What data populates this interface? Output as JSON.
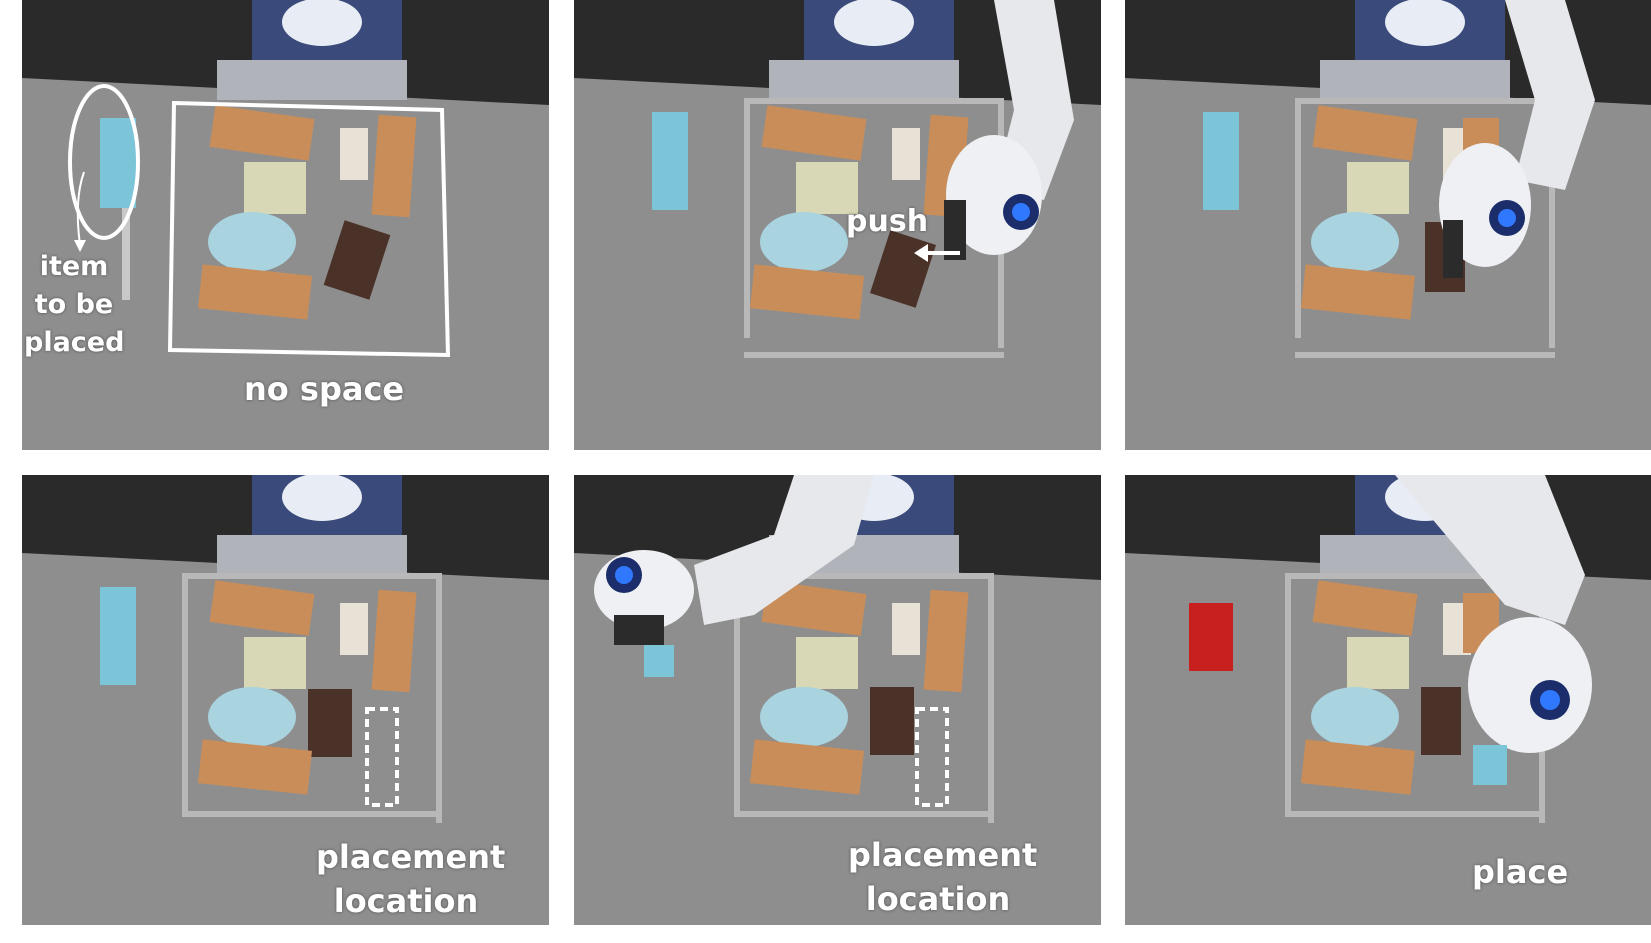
{
  "labels": {
    "item_to_be_placed": "item to be placed",
    "no_space": "no space",
    "push": "push",
    "placement_location_1": "placement location",
    "placement_location_2": "placement location",
    "place": "place"
  },
  "colors": {
    "table": "#8e8e8e",
    "background_dark": "#2a2a2a",
    "wood_block": "#c98d5a",
    "milk_carton": "#7cc4d8",
    "yarn": "#a9d3df",
    "red_block": "#c8201e",
    "annotation": "#ffffff",
    "robot_light": "#2f78ff"
  }
}
